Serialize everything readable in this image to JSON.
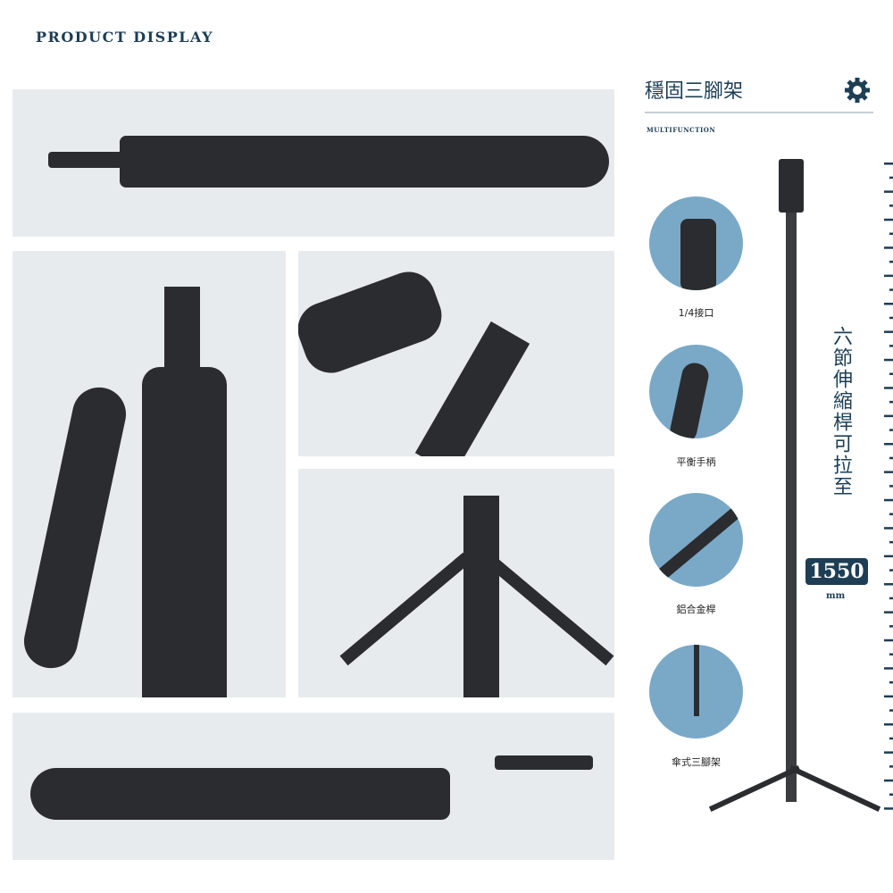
{
  "header": {
    "title": "PRODUCT DISPLAY"
  },
  "side": {
    "heading": "穩固三腳架",
    "subtitle": "MULTIFUNCTION",
    "icon": "gear-wrench-icon"
  },
  "features": [
    {
      "label": "1/4接口"
    },
    {
      "label": "平衡手柄"
    },
    {
      "label": "鋁合金桿"
    },
    {
      "label": "傘式三腳架"
    }
  ],
  "extension": {
    "text": "六節伸縮桿可拉至",
    "value": "1550",
    "unit": "mm"
  },
  "colors": {
    "navy": "#1d3e55",
    "circle": "#7aa9c8",
    "panel": "#e8ebed"
  }
}
